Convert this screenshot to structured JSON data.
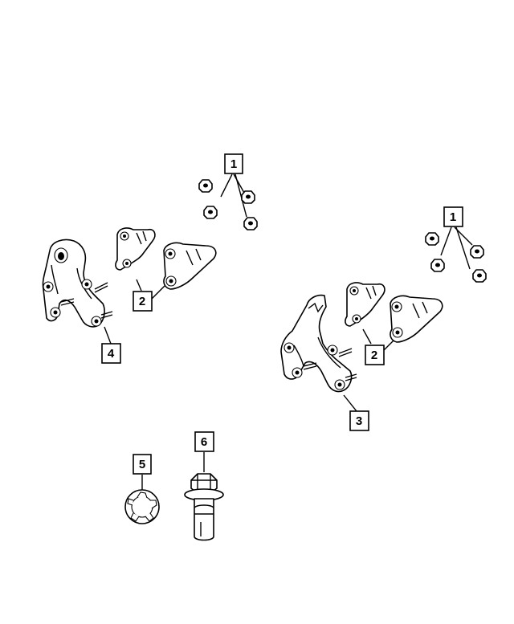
{
  "diagram": {
    "callouts": [
      {
        "id": "c1a",
        "label": "1"
      },
      {
        "id": "c1b",
        "label": "1"
      },
      {
        "id": "c2a",
        "label": "2"
      },
      {
        "id": "c2b",
        "label": "2"
      },
      {
        "id": "c3",
        "label": "3"
      },
      {
        "id": "c4",
        "label": "4"
      },
      {
        "id": "c5",
        "label": "5"
      },
      {
        "id": "c6",
        "label": "6"
      }
    ]
  }
}
